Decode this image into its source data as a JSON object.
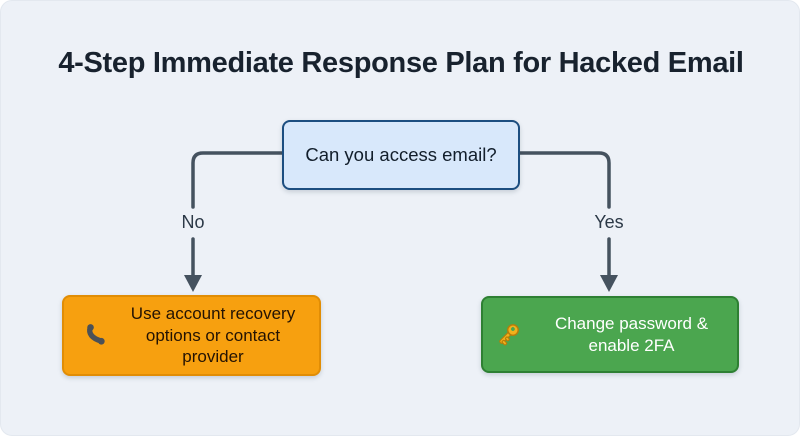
{
  "page": {
    "title": "4-Step Immediate Response Plan for Hacked Email"
  },
  "flowchart": {
    "decision": {
      "question": "Can you access email?"
    },
    "no_branch": {
      "label": "No",
      "icon": "phone-icon",
      "action": "Use account recovery options or contact provider"
    },
    "yes_branch": {
      "label": "Yes",
      "icon": "key-icon",
      "action": "Change password & enable 2FA"
    }
  },
  "colors": {
    "background": "#EDF1F7",
    "connector": "#45525F",
    "decision_fill": "#D8E8FB",
    "decision_border": "#1C4E80",
    "no_fill": "#F7A00F",
    "no_border": "#E18D05",
    "yes_fill": "#4BA64F",
    "yes_border": "#2E8033",
    "key_gold": "#F2B11C",
    "key_outline": "#B97C08",
    "phone_gray": "#4B5157"
  }
}
